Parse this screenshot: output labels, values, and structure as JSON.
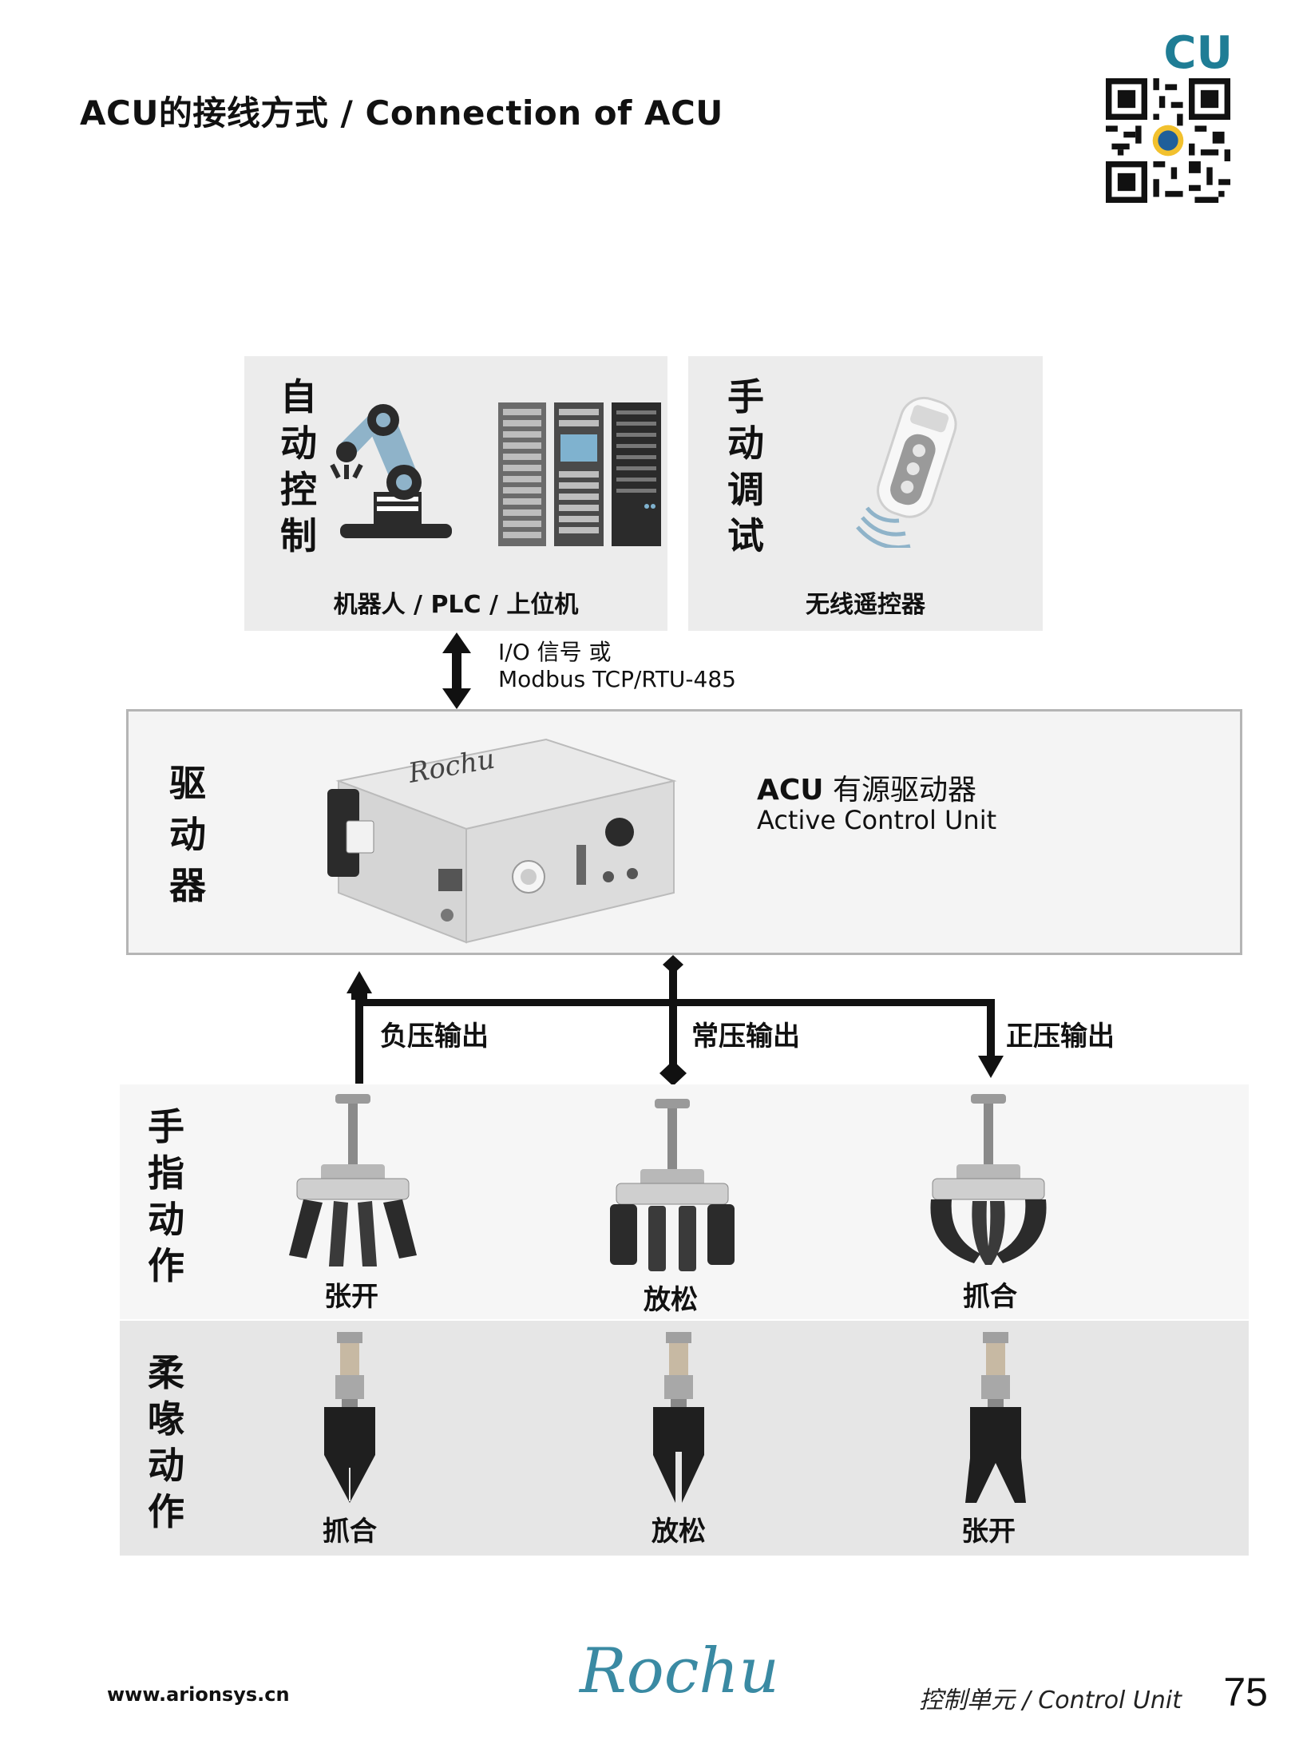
{
  "header": {
    "title": "ACU的接线方式 / Connection of ACU",
    "brand_code": "CU"
  },
  "auto_control": {
    "label_chars": [
      "自",
      "动",
      "控",
      "制"
    ],
    "caption": "机器人 / PLC / 上位机"
  },
  "manual_debug": {
    "label_chars": [
      "手",
      "动",
      "调",
      "试"
    ],
    "caption": "无线遥控器"
  },
  "signal": {
    "line1": "I/O 信号 或",
    "line2": "Modbus TCP/RTU-485"
  },
  "driver": {
    "label_chars": [
      "驱",
      "动",
      "器"
    ],
    "title_bold": "ACU",
    "title_rest": " 有源驱动器",
    "subtitle": "Active Control Unit",
    "device_brand": "Rochu"
  },
  "outputs": {
    "negative": "负压输出",
    "normal": "常压输出",
    "positive": "正压输出"
  },
  "finger_actions": {
    "label_chars": [
      "手",
      "指",
      "动",
      "作"
    ],
    "items": [
      "张开",
      "放松",
      "抓合"
    ]
  },
  "beak_actions": {
    "label_chars": [
      "柔",
      "喙",
      "动",
      "作"
    ],
    "items": [
      "抓合",
      "放松",
      "张开"
    ]
  },
  "footer": {
    "url": "www.arionsys.cn",
    "logo": "Rochu",
    "section": "控制单元 / Control Unit",
    "page": "75"
  },
  "colors": {
    "accent": "#1f7d95",
    "panel": "#ececec",
    "gripper_dark": "#2b2b2b",
    "robot_blue": "#8fb3c9"
  }
}
